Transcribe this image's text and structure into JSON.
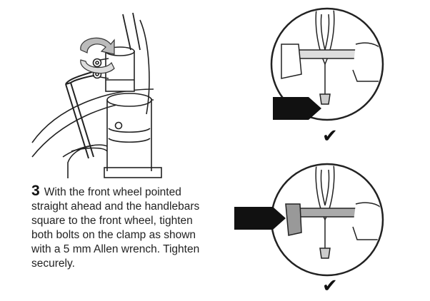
{
  "instruction": {
    "step_number": "3",
    "text": "With the front wheel pointed straight ahead and the handlebars square to the front wheel, tighten both bolts on the clamp as shown with a 5 mm Allen wrench. Tighten securely."
  },
  "checks": {
    "top": "✔",
    "bottom": "✔"
  },
  "icons": {
    "main": "allen-wrench-clamp-illustration",
    "rotate": "clockwise-rotation-arrow",
    "pointer": "black-pointer-arrow"
  }
}
